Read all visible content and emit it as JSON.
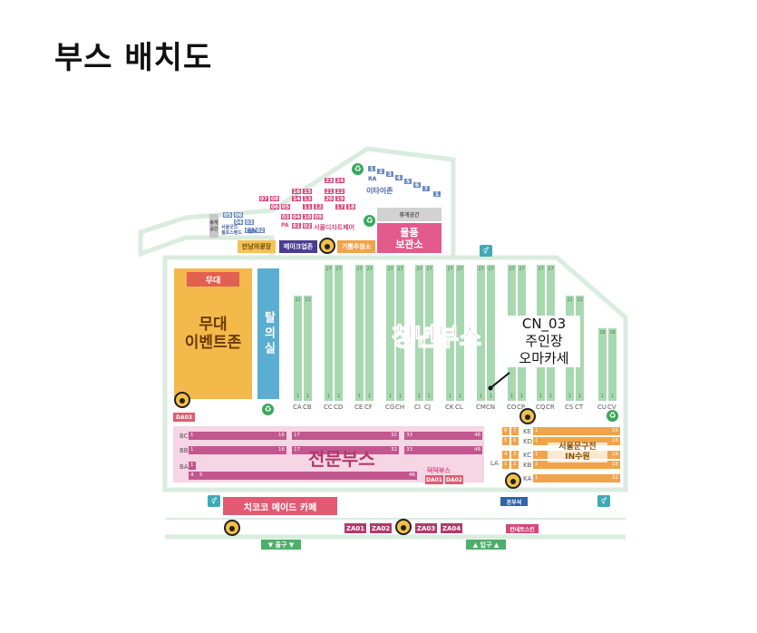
{
  "title": "부스 배치도",
  "colors": {
    "outline": "#d9ecdf",
    "green_booth": "#a8d8b0",
    "pink_area": "#f6d5e4",
    "pink_booth": "#c2568e",
    "orange_booth": "#f0a34a",
    "stage": "#f3b94b",
    "blue_room": "#5aaed1",
    "cafe": "#e25a73"
  },
  "areas": {
    "stage_label": "무대",
    "stage_event_zone": "무대\n이벤트존",
    "prayer_room": "탈의실",
    "youth_booth": "청년부스",
    "cn03_line1": "CN_03",
    "cn03_line2": "주인장",
    "cn03_line3": "오마카세",
    "pro_booth": "전문부스",
    "seoul_creator": "서울문구전\nIN수원",
    "deokdeok_booth": "덕덕부스",
    "cafe": "치코코 메이드 카페",
    "storage": "물품\n보관소",
    "rest_area": "휴게공간",
    "hidden_area": "휴게\n공간",
    "etaison": "이타이존",
    "seoul_design_fair": "서울디자트페어",
    "meeting_plaza": "만남의광장",
    "make_cookie": "메이크업존",
    "secret_station": "기쁨추첨소",
    "seoul_goods_stand": "서울굿즈\n셀프스탠드",
    "info_desk": "본부석",
    "exit": "▼ 출구 ▼",
    "entrance": "▲ 입구 ▲",
    "con_ticket": "컨네트스킨"
  },
  "codes": {
    "DA03": "DA03",
    "DA01": "DA01",
    "DA02": "DA02",
    "ZA01": "ZA01",
    "ZA02": "ZA02",
    "ZA03": "ZA03",
    "ZA04": "ZA04",
    "RA": "RA",
    "QA": "QA",
    "PA": "PA"
  },
  "green_columns": [
    {
      "code": "CA",
      "top": "22",
      "bottom": "1"
    },
    {
      "code": "CB",
      "top": "22",
      "bottom": "1"
    },
    {
      "code": "CC",
      "top": "27",
      "bottom": "1"
    },
    {
      "code": "CD",
      "top": "27",
      "bottom": "1"
    },
    {
      "code": "CE",
      "top": "27",
      "bottom": "1"
    },
    {
      "code": "CF",
      "top": "27",
      "bottom": "1"
    },
    {
      "code": "CG",
      "top": "27",
      "bottom": "1"
    },
    {
      "code": "CH",
      "top": "27",
      "bottom": "1"
    },
    {
      "code": "CI",
      "top": "27",
      "bottom": "1"
    },
    {
      "code": "CJ",
      "top": "27",
      "bottom": "1"
    },
    {
      "code": "CK",
      "top": "27",
      "bottom": "1"
    },
    {
      "code": "CL",
      "top": "27",
      "bottom": "1"
    },
    {
      "code": "CM",
      "top": "27",
      "bottom": "1"
    },
    {
      "code": "CN",
      "top": "27",
      "bottom": "1"
    },
    {
      "code": "CO",
      "top": "27",
      "bottom": "1"
    },
    {
      "code": "CP",
      "top": "27",
      "bottom": "1"
    },
    {
      "code": "CQ",
      "top": "27",
      "bottom": "1"
    },
    {
      "code": "CR",
      "top": "27",
      "bottom": "1"
    },
    {
      "code": "CS",
      "top": "22",
      "bottom": "1"
    },
    {
      "code": "CT",
      "top": "22",
      "bottom": "1"
    },
    {
      "code": "CU",
      "top": "18",
      "bottom": "1"
    },
    {
      "code": "CV",
      "top": "18",
      "bottom": "1"
    }
  ],
  "pink_rows": [
    {
      "code": "BC",
      "segments": [
        [
          "1",
          "16"
        ],
        [
          "17",
          "32"
        ],
        [
          "33",
          "48"
        ]
      ]
    },
    {
      "code": "BB",
      "segments": [
        [
          "1",
          "16"
        ],
        [
          "17",
          "32"
        ],
        [
          "33",
          "48"
        ]
      ]
    },
    {
      "code": "BA",
      "segments": [
        [
          "1",
          ""
        ],
        [
          "4",
          "5",
          "46"
        ]
      ]
    }
  ],
  "orange_rows": [
    {
      "code": "KE",
      "left": [
        "8",
        "7"
      ],
      "start": "1",
      "end": "16"
    },
    {
      "code": "KD",
      "left": [
        "5",
        "6"
      ],
      "start": "1",
      "end": "16"
    },
    {
      "code": "KC",
      "left": [
        "4",
        "3"
      ],
      "start": "1",
      "end": "16"
    },
    {
      "code": "KB",
      "left": [
        "1",
        "2"
      ],
      "start": "1",
      "end": "16"
    },
    {
      "code": "KA",
      "left": [],
      "start": "1",
      "end": "22"
    }
  ],
  "la_code": "LA"
}
